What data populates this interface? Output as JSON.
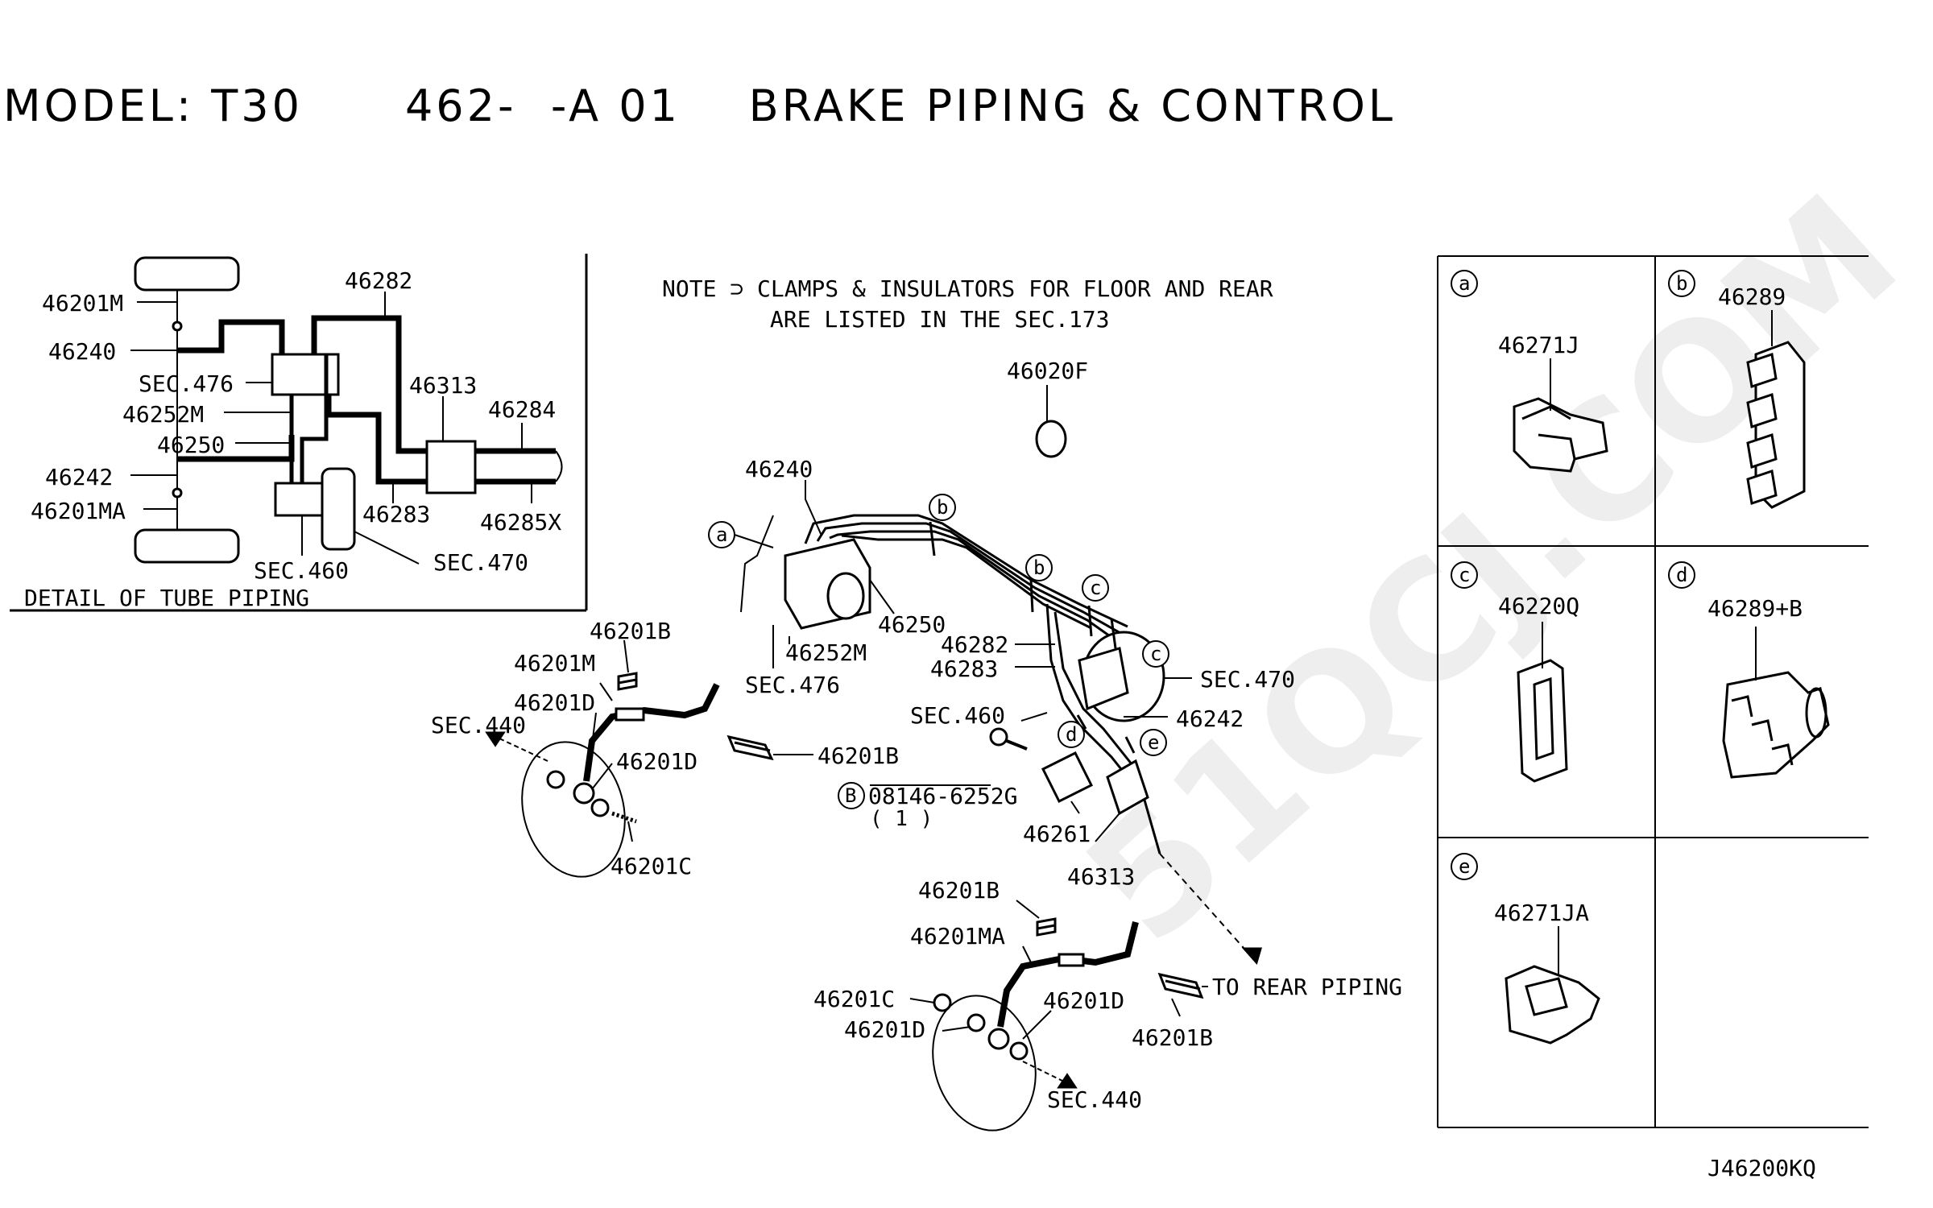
{
  "header": {
    "model": "MODEL: T30",
    "code": "462-  -A 01",
    "name": "BRAKE PIPING & CONTROL"
  },
  "note": {
    "line1": "NOTE ⊃ CLAMPS & INSULATORS FOR FLOOR AND REAR",
    "line2": "ARE LISTED IN THE SEC.173"
  },
  "detail": {
    "caption": "DETAIL OF TUBE PIPING",
    "labels": {
      "p46201M": "46201M",
      "p46240": "46240",
      "sec476": "SEC.476",
      "p46252M": "46252M",
      "p46250": "46250",
      "p46242": "46242",
      "p46201MA": "46201MA",
      "sec460": "SEC.460",
      "sec470": "SEC.470",
      "p46282": "46282",
      "p46313": "46313",
      "p46284": "46284",
      "p46283": "46283",
      "p46285X": "46285X"
    }
  },
  "main": {
    "labels": {
      "p46020F": "46020F",
      "p46240": "46240",
      "p46250": "46250",
      "p46252M": "46252M",
      "sec476": "SEC.476",
      "p46282": "46282",
      "p46283": "46283",
      "sec470": "SEC.470",
      "sec460": "SEC.460",
      "p46242": "46242",
      "bolt": "08146-6252G",
      "bolt_qty": "( 1 )",
      "p46261": "46261",
      "p46313": "46313",
      "to_rear": "TO REAR PIPING",
      "fl_46201B_top": "46201B",
      "fl_46201M": "46201M",
      "fl_46201D_a": "46201D",
      "fl_sec440": "SEC.440",
      "fl_46201D_b": "46201D",
      "fl_46201B_side": "46201B",
      "fl_46201C": "46201C",
      "fr_46201B_top": "46201B",
      "fr_46201MA": "46201MA",
      "fr_46201C": "46201C",
      "fr_46201D_a": "46201D",
      "fr_46201D_b": "46201D",
      "fr_46201B_side": "46201B",
      "fr_sec440": "SEC.440"
    },
    "callouts": {
      "a": "a",
      "b": "b",
      "b2": "b",
      "c": "c",
      "c2": "c",
      "d": "d",
      "e": "e",
      "B": "B"
    }
  },
  "panels": [
    {
      "letter": "a",
      "part": "46271J"
    },
    {
      "letter": "b",
      "part": "46289"
    },
    {
      "letter": "c",
      "part": "46220Q"
    },
    {
      "letter": "d",
      "part": "46289+B"
    },
    {
      "letter": "e",
      "part": "46271JA"
    }
  ],
  "watermark": "51QCJ.COM",
  "diagram_code": "J46200KQ"
}
